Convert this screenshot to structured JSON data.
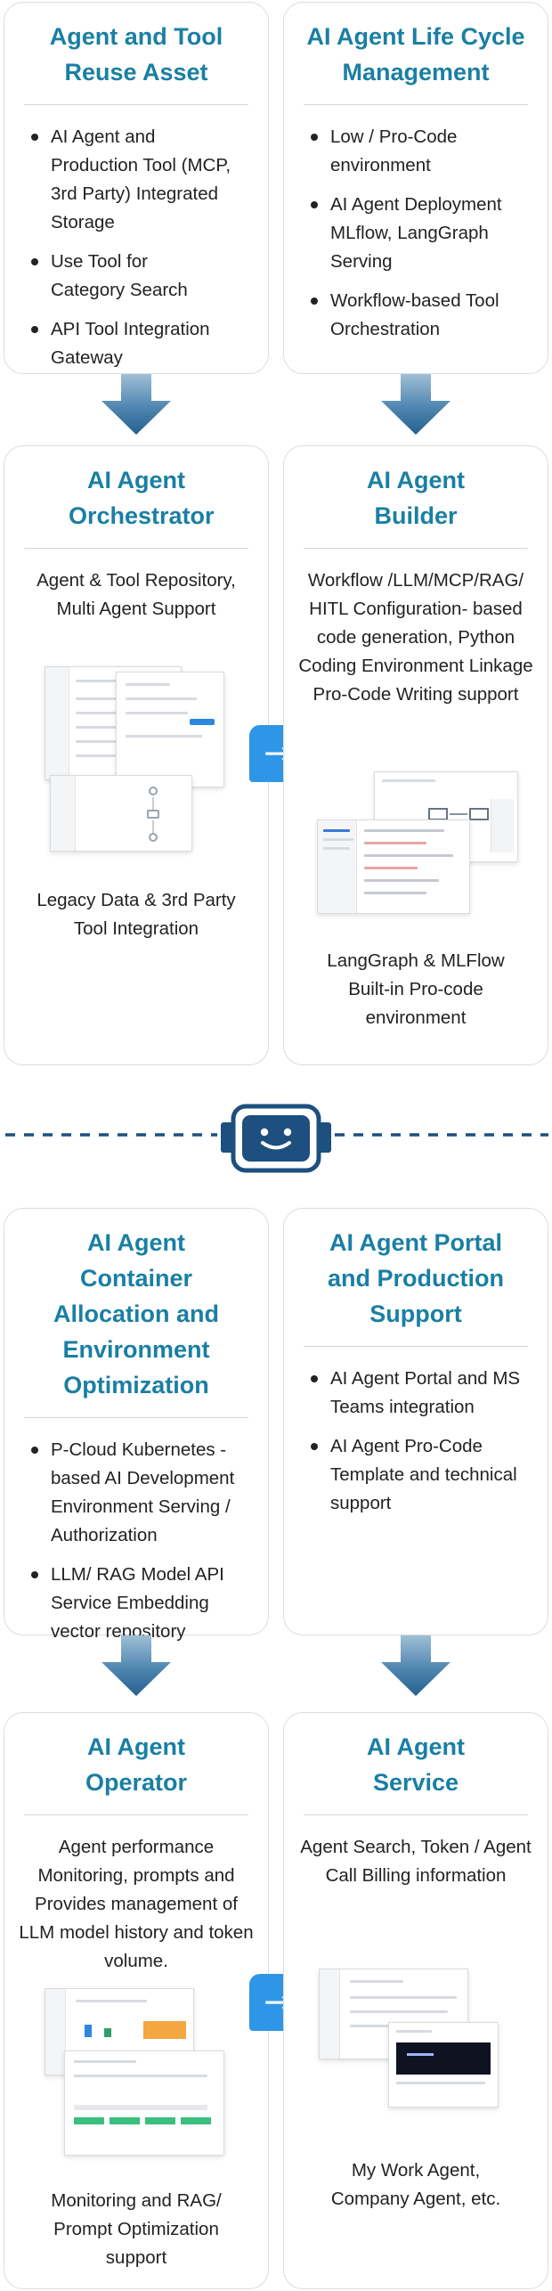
{
  "cards": {
    "reuse_asset": {
      "title": "Agent and Tool Reuse Asset",
      "bullets": [
        "AI Agent and Production Tool (MCP, 3rd Party) Integrated Storage",
        "Use Tool for Category Search",
        "API Tool Integration Gateway"
      ]
    },
    "lifecycle": {
      "title": "AI Agent Life Cycle Management",
      "bullets": [
        "Low / Pro-Code environment",
        "AI Agent Deployment MLflow, LangGraph Serving",
        "Workflow-based Tool Orchestration"
      ]
    },
    "orchestrator": {
      "title": "AI Agent Orchestrator",
      "desc_top": "Agent & Tool Repository, Multi Agent Support",
      "desc_bottom": "Legacy Data & 3rd Party Tool Integration"
    },
    "builder": {
      "title": "AI Agent Builder",
      "desc_top": "Workflow /LLM/MCP/RAG/ HITL Configuration- based code generation, Python Coding Environment Linkage Pro-Code Writing support",
      "desc_bottom": "LangGraph & MLFlow Built-in Pro-code environment"
    },
    "container": {
      "title": "AI Agent Container Allocation and Environment Optimization",
      "bullets": [
        "P-Cloud Kubernetes -based AI Development Environment Serving / Authorization",
        "LLM/ RAG Model API Service Embedding vector repository"
      ]
    },
    "portal": {
      "title": "AI Agent Portal and Production Support",
      "bullets": [
        "AI Agent Portal and MS Teams integration",
        "AI Agent Pro-Code Template and technical support"
      ]
    },
    "operator": {
      "title": "AI Agent Operator",
      "desc_top": "Agent performance Monitoring, prompts and Provides management of LLM model history and token volume.",
      "desc_bottom": "Monitoring and RAG/ Prompt Optimization support"
    },
    "service": {
      "title": "AI Agent Service",
      "desc_top": "Agent Search, Token / Agent Call Billing information",
      "desc_bottom": "My Work Agent, Company Agent, etc."
    }
  },
  "icons": {
    "right_arrow": "→",
    "arrow_color": "#2e96e6",
    "down_arrow_color": "#2f6f9f",
    "title_color": "#1a7fa3",
    "robot_color": "#1d4f7f"
  }
}
